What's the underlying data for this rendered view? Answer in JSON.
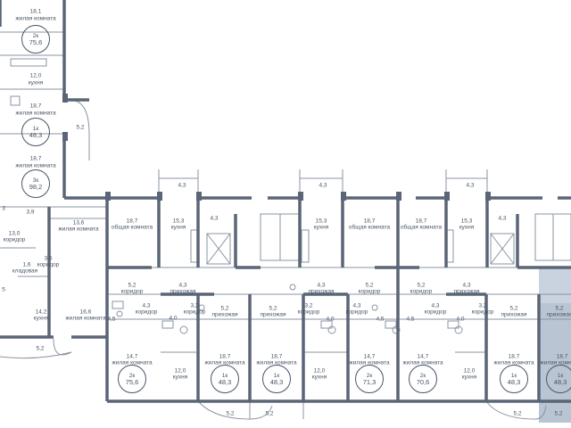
{
  "colors": {
    "wall": "#5a6577",
    "thin": "#8a94a3",
    "highlight": "#b9c5d3",
    "text": "#4a5566"
  },
  "upper_block": {
    "room_label_a": "жилая комната",
    "apt_2k_type": "2к",
    "apt_2k_area": "75,6",
    "apt_2k_room_area": "18,1",
    "kitchen_area": "12,0",
    "kitchen_label": "кухня",
    "apt_1k_room_area": "18,7",
    "apt_1k_type": "1к",
    "apt_1k_area": "48,3",
    "balcony_area": "5,2",
    "apt_3k_room_area": "18,7",
    "apt_3k_type": "3к",
    "apt_3k_area": "98,2"
  },
  "labels": {
    "living": "жилая комната",
    "common": "общая комната",
    "kitchen": "кухня",
    "corridor": "коридор",
    "hall": "прихожая",
    "wardrobe": "кладовая"
  },
  "values": {
    "v4_3": "4,3",
    "v3_9": "3,9",
    "v13_0": "13,0",
    "v13_6": "13,6",
    "v3_5": "3,5",
    "v1_6": "1,6",
    "v14_2": "14,2",
    "v16_6": "16,6",
    "v18_7": "18,7",
    "v15_3": "15,3",
    "v5_2": "5,2",
    "v4_0": "4,0",
    "v3_2": "3,2",
    "v4_5": "4,5",
    "v14_7": "14,7",
    "v12_0": "12,0",
    "v3": "3",
    "v5": "5"
  },
  "apartments": [
    {
      "type": "2к",
      "area": "75,6"
    },
    {
      "type": "1к",
      "area": "48,3"
    },
    {
      "type": "1к",
      "area": "48,3"
    },
    {
      "type": "2к",
      "area": "71,3"
    },
    {
      "type": "2к",
      "area": "70,6"
    },
    {
      "type": "1к",
      "area": "48,3"
    },
    {
      "type": "1к",
      "area": "48,3"
    }
  ]
}
